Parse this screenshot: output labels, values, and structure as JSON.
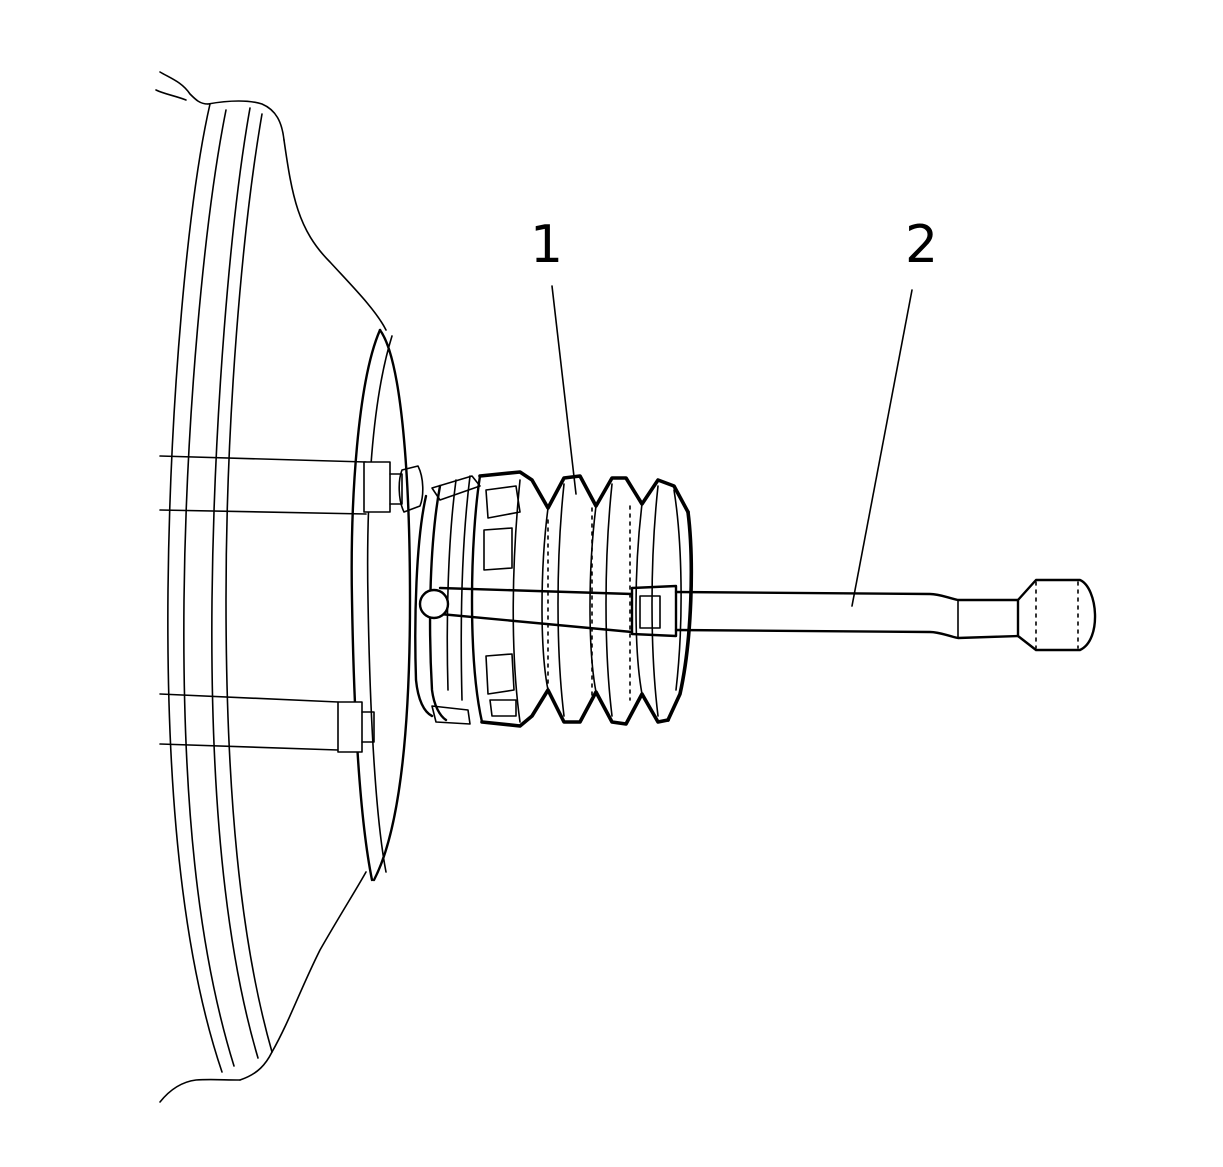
{
  "callouts": [
    {
      "id": "1",
      "label": "1"
    },
    {
      "id": "2",
      "label": "2"
    }
  ],
  "colors": {
    "line": "#000000",
    "background": "#ffffff"
  }
}
